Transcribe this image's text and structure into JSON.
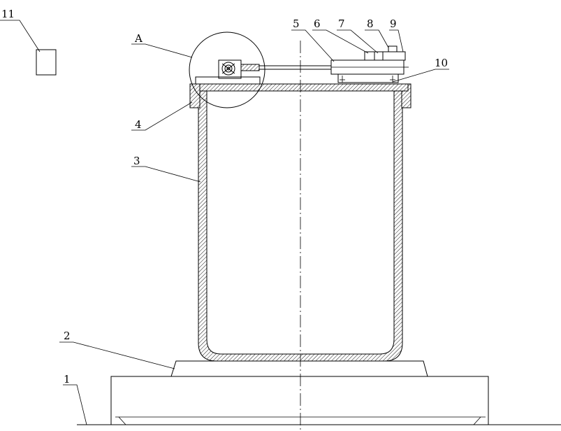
{
  "figure": {
    "callouts": {
      "c1": "1",
      "c2": "2",
      "c3": "3",
      "c4": "4",
      "c5": "5",
      "c6": "6",
      "c7": "7",
      "c8": "8",
      "c9": "9",
      "c10": "10",
      "c11": "11",
      "detail": "A"
    }
  },
  "colors": {
    "line": "#000000",
    "background": "#ffffff"
  }
}
